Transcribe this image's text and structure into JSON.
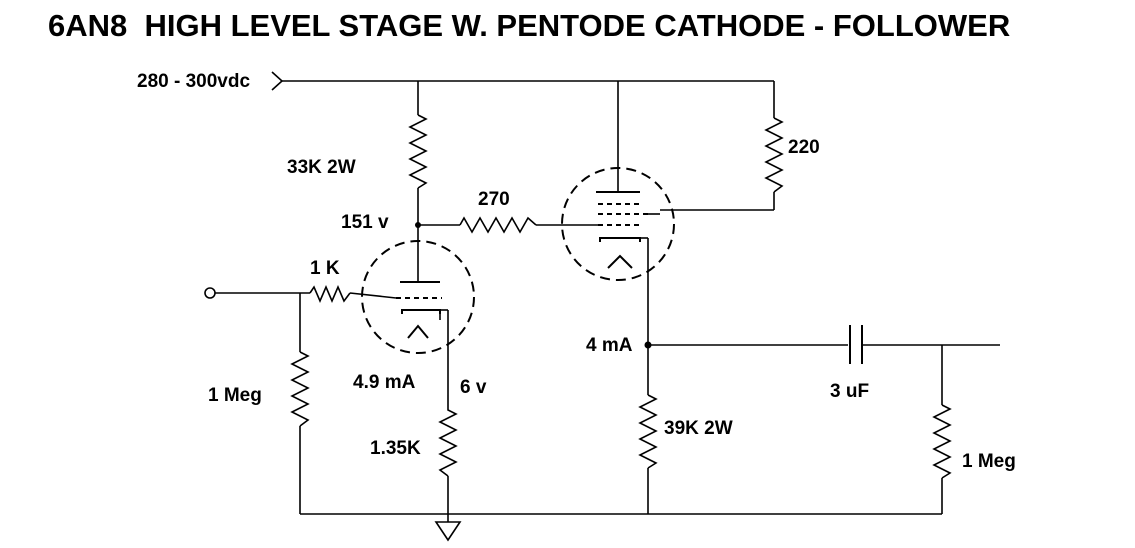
{
  "title": "6AN8  HIGH LEVEL STAGE W. PENTODE CATHODE - FOLLOWER",
  "labels": {
    "supply": "280 - 300vdc",
    "r_plate": "33K  2W",
    "plate_voltage": "151 v",
    "r_grid_stopper": "1 K",
    "r_input": "1 Meg",
    "triode_current": "4.9 mA",
    "cathode_voltage": "6 v",
    "r_cathode": "1.35K",
    "r_pentode_grid": "270",
    "r_screen": "220",
    "pentode_current": "4 mA",
    "r_cathode_load": "39K  2W",
    "c_output": "3 uF",
    "r_output": "1 Meg"
  }
}
